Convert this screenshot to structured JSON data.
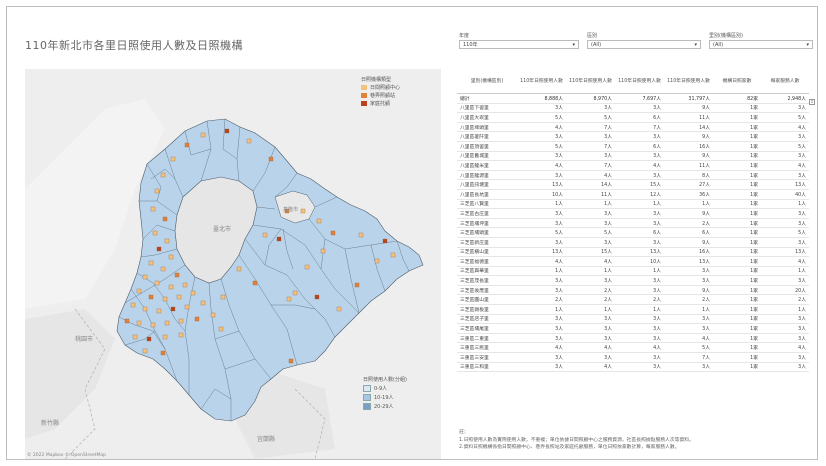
{
  "title": "110年新北市各里日照使用人數及日照機構",
  "filters": [
    {
      "label": "年度",
      "value": "110年"
    },
    {
      "label": "區別",
      "value": "(All)"
    },
    {
      "label": "里別(機構區別)",
      "value": "(All)"
    }
  ],
  "legend_org": {
    "title": "日照機構類型",
    "items": [
      {
        "label": "日間照顧中心",
        "color": "#f2c27f"
      },
      {
        "label": "巷弄照顧站",
        "color": "#e0803a"
      },
      {
        "label": "家庭托顧",
        "color": "#b8441f"
      }
    ]
  },
  "legend_users": {
    "title": "日照使用人數(分組)",
    "items": [
      {
        "label": "0-9人",
        "color": "#dbe8f3"
      },
      {
        "label": "10-19人",
        "color": "#a9c7e2"
      },
      {
        "label": "20-29人",
        "color": "#7a9fc6"
      }
    ]
  },
  "map_labels": {
    "taipei": "臺北市",
    "keelung": "基隆市",
    "taoyuan": "桃園市",
    "yilan": "宜蘭縣",
    "hsinchu": "新竹縣"
  },
  "copyright": "© 2022 Mapbox © OpenStreetMap",
  "table": {
    "headers": [
      "里別(機構區別)",
      "110年日照使用人數",
      "110年日照使用人數",
      "110年日照使用人數",
      "110年日照使用人數",
      "機構日照家數",
      "每家服務人數"
    ],
    "total": [
      "總計",
      "8,888人",
      "8,970人",
      "7,697人",
      "31,797人",
      "82家",
      "2,948人"
    ],
    "rows": [
      [
        "八里區下罟里",
        "3人",
        "3人",
        "3人",
        "9人",
        "1家",
        "3人"
      ],
      [
        "八里區大崁里",
        "5人",
        "5人",
        "6人",
        "11人",
        "1家",
        "5人"
      ],
      [
        "八里區埤頭里",
        "4人",
        "7人",
        "7人",
        "14人",
        "1家",
        "4人"
      ],
      [
        "八里區荖阡里",
        "3人",
        "3人",
        "3人",
        "9人",
        "1家",
        "3人"
      ],
      [
        "八里區頂罟里",
        "5人",
        "7人",
        "6人",
        "16人",
        "1家",
        "5人"
      ],
      [
        "八里區舊城里",
        "3人",
        "3人",
        "3人",
        "9人",
        "1家",
        "3人"
      ],
      [
        "八里區龍米里",
        "4人",
        "7人",
        "4人",
        "11人",
        "1家",
        "4人"
      ],
      [
        "八里區龍源里",
        "3人",
        "4人",
        "3人",
        "8人",
        "1家",
        "3人"
      ],
      [
        "八里區訊塘里",
        "13人",
        "14人",
        "15人",
        "27人",
        "1家",
        "13人"
      ],
      [
        "八里區長坑里",
        "10人",
        "11人",
        "12人",
        "36人",
        "1家",
        "40人"
      ],
      [
        "三芝區八賢里",
        "1人",
        "1人",
        "1人",
        "1人",
        "1家",
        "1人"
      ],
      [
        "三芝區古庄里",
        "3人",
        "3人",
        "3人",
        "9人",
        "1家",
        "3人"
      ],
      [
        "三芝區埔坪里",
        "3人",
        "3人",
        "3人",
        "2人",
        "1家",
        "3人"
      ],
      [
        "三芝區埔頭里",
        "5人",
        "5人",
        "6人",
        "6人",
        "1家",
        "5人"
      ],
      [
        "三芝區新庄里",
        "3人",
        "3人",
        "3人",
        "9人",
        "1家",
        "3人"
      ],
      [
        "三芝區橫山里",
        "13人",
        "15人",
        "13人",
        "16人",
        "1家",
        "13人"
      ],
      [
        "三芝區福德里",
        "4人",
        "4人",
        "10人",
        "13人",
        "1家",
        "4人"
      ],
      [
        "三芝區興華里",
        "1人",
        "1人",
        "1人",
        "3人",
        "1家",
        "1人"
      ],
      [
        "三芝區茂長里",
        "3人",
        "3人",
        "3人",
        "3人",
        "1家",
        "3人"
      ],
      [
        "三芝區後厝里",
        "3人",
        "2人",
        "3人",
        "9人",
        "1家",
        "20人"
      ],
      [
        "三芝區圓山里",
        "2人",
        "2人",
        "2人",
        "2人",
        "1家",
        "2人"
      ],
      [
        "三芝區錫板里",
        "1人",
        "1人",
        "1人",
        "1人",
        "1家",
        "1人"
      ],
      [
        "三芝區店子里",
        "3人",
        "3人",
        "3人",
        "3人",
        "1家",
        "3人"
      ],
      [
        "三芝區埔尾里",
        "3人",
        "3人",
        "3人",
        "3人",
        "1家",
        "3人"
      ],
      [
        "三重區二重里",
        "3人",
        "3人",
        "3人",
        "4人",
        "1家",
        "3人"
      ],
      [
        "三重區三民里",
        "4人",
        "4人",
        "4人",
        "5人",
        "1家",
        "4人"
      ],
      [
        "三重區三安里",
        "3人",
        "3人",
        "3人",
        "7人",
        "1家",
        "3人"
      ],
      [
        "三重區三和里",
        "3人",
        "4人",
        "3人",
        "3人",
        "1家",
        "3人"
      ]
    ]
  },
  "notes": [
    "註：",
    "1.日照使用人數為實際使用人數，不重複；單位依據日間照顧中心之服務資源，社區長照據點服務人次等資料。",
    "2.資料日照機構係指日間照顧中心、巷弄長照站及家庭托顧服務，單位日照依家數計算，每家服務人數。"
  ]
}
